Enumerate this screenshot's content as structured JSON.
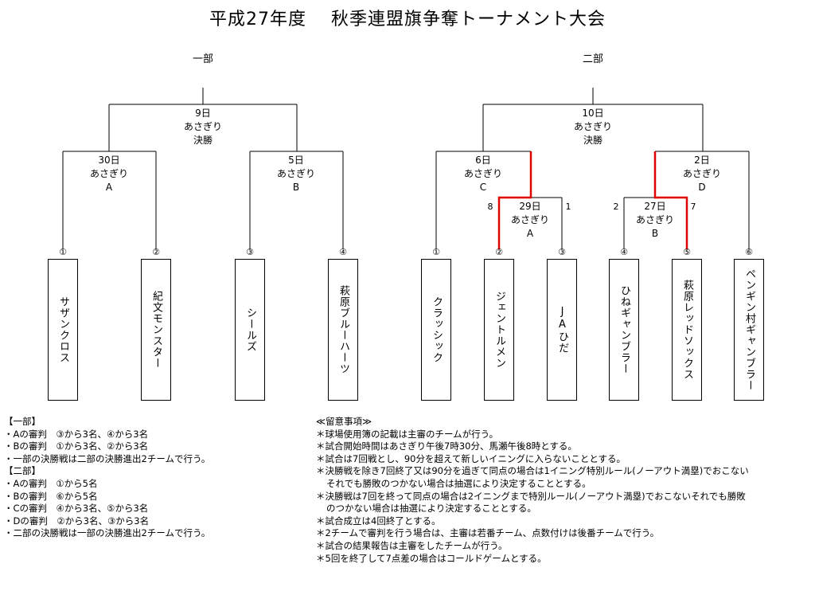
{
  "title": "平成27年度　 秋季連盟旗争奪トーナメント大会",
  "division1": {
    "label": "一部",
    "final": {
      "day": "9日",
      "venue": "あさぎり",
      "name": "決勝"
    },
    "matchA": {
      "day": "30日",
      "venue": "あさぎり",
      "name": "A"
    },
    "matchB": {
      "day": "5日",
      "venue": "あさぎり",
      "name": "B"
    },
    "teams": [
      {
        "num": "①",
        "name": "サザンクロス"
      },
      {
        "num": "②",
        "name": "紀文モンスター"
      },
      {
        "num": "③",
        "name": "シールズ"
      },
      {
        "num": "④",
        "name": "萩原ブルーハーツ"
      }
    ]
  },
  "division2": {
    "label": "二部",
    "final": {
      "day": "10日",
      "venue": "あさぎり",
      "name": "決勝"
    },
    "matchC": {
      "day": "6日",
      "venue": "あさぎり",
      "name": "C"
    },
    "matchD": {
      "day": "2日",
      "venue": "あさぎり",
      "name": "D"
    },
    "matchA": {
      "day": "29日",
      "venue": "あさぎり",
      "name": "A",
      "score_left": "8",
      "score_right": "1"
    },
    "matchB": {
      "day": "27日",
      "venue": "あさぎり",
      "name": "B",
      "score_left": "2",
      "score_right": "7"
    },
    "teams": [
      {
        "num": "①",
        "name": "クラッシック"
      },
      {
        "num": "②",
        "name": "ジェントルメン"
      },
      {
        "num": "③",
        "name": "JAひだ"
      },
      {
        "num": "④",
        "name": "ひねギャンブラー"
      },
      {
        "num": "⑤",
        "name": "萩原レッドソックス"
      },
      {
        "num": "⑥",
        "name": "ペンギン村ギャンブラー"
      }
    ]
  },
  "winner_line_color": "#e00000",
  "notes_left": [
    "【一部】",
    "・Aの審判　③から3名、④から3名",
    "・Bの審判　①から3名、②から3名",
    "・一部の決勝戦は二部の決勝進出2チームで行う。",
    "【二部】",
    "・Aの審判　①から5名",
    "・Bの審判　⑥から5名",
    "・Cの審判　④から3名、⑤から3名",
    "・Dの審判　②から3名、③から3名",
    "・二部の決勝戦は一部の決勝進出2チームで行う。"
  ],
  "notes_right": [
    "≪留意事項≫",
    "＊球場使用簿の記載は主審のチームが行う。",
    "＊試合開始時間はあさぎり午後7時30分、馬瀬午後8時とする。",
    "＊試合は7回戦とし、90分を超えて新しいイニングに入らないこととする。",
    "＊決勝戦を除き7回終了又は90分を過ぎて同点の場合は1イニング特別ルール(ノーアウト満塁)でおこないそれでも勝敗のつかない場合は抽選により決定することとする。",
    "＊決勝戦は7回を終って同点の場合は2イニングまで特別ルール(ノーアウト満塁)でおこないそれでも勝敗のつかない場合は抽選により決定することとする。",
    "＊試合成立は4回終了とする。",
    "＊2チームで審判を行う場合は、主審は若番チーム、点数付けは後番チームで行う。",
    "＊試合の結果報告は主審をしたチームが行う。",
    "＊5回を終了して7点差の場合はコールドゲームとする。"
  ]
}
